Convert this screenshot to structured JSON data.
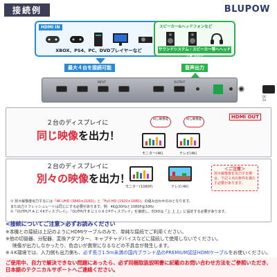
{
  "header": {
    "badge": "接続例",
    "brand": "BLUPOW"
  },
  "hdmi_in": {
    "tag": "HDMI IN",
    "caption": "XBOX、PS4、PC、DVDプレイヤーなど",
    "icons": [
      "gamepad-icon",
      "gamepad-icon",
      "pc-icon",
      "monitor-icon",
      "dvd-icon"
    ]
  },
  "audio_out": {
    "tag": "スピーカー&ヘッドフォンなど",
    "caption": "サウンドシステム・スピーカー等へヘッドフォンなど",
    "icons": [
      "speaker-icon",
      "speaker-icon",
      "headphone-icon"
    ]
  },
  "labels": {
    "inputs": "最大４台を接続可能",
    "audio": "音声出力"
  },
  "device": {
    "input_text": "INPUT",
    "output_text": "OUTPUT",
    "dc_text": "DC 5V"
  },
  "section1": {
    "hdmi_out": "HDMI OUT",
    "heading_small": "２台のディスプレイに",
    "heading_pre": "同じ映像",
    "heading_post": "を出力！",
    "bubble1": "同じ解像度",
    "bubble2": "同じ解像度",
    "monitor1": "モニター(4K)",
    "monitor2": "テレビ(4K)"
  },
  "section2": {
    "heading_small": "２台のディスプレイに",
    "heading_pre": "別々の映像",
    "heading_post": "を出力！",
    "note_title": "＜ご注意＞",
    "note_body": "別々解像度を出力する場合、下記２点の条件を満たす必要があります。",
    "monitor1": "モニター(1080P)",
    "monitor2": "テレビ(4K)",
    "footnote1_pre": "① 別々解像度出力するには",
    "footnote1_red": "「4K UHD (3840×2160)」と「Full HD (1920×1080)」",
    "footnote1_post": "の組み合わせのみとなります。",
    "footnote1b": "また出力リフレッシュレートは同じにする必要があります。例：4K@30Hzと1080P@30Hz",
    "footnote2": "②「OUTPUT A に４Kディスプレイ」、「OUTPUT B に１０８０Pディスプレイ」を接続し、EDIDは「上 上 上」に設定する必要があります。"
  },
  "connection": {
    "title": "<接続についてご注意＞必ずお読みください",
    "line1": "※本機との接続は上記のようにHDMIケーブルのみで、単純な接続でご利用ください。",
    "line2": "※他の切替器、分配器、変換アダプター、キャプチャデバイスなどに接続して使用しないでください。",
    "line3": "映像が出力しなかったり、色合いが異常になるなどの不具合が発生します。",
    "line4_pre": "※４K環境では、入力側も出力側も、",
    "line4_blue": "必ず長さ1.5m未満の国内ブランド品のPREMIUM認証HDMIケーブル",
    "line4_post": "をお使いください。"
  },
  "bottom": {
    "text": "ご使用中、自力で解決できない問題にあったら、必ず同梱取扱説明書に記載のお問い合わせ方法をご参照いただき、日本語のテクニカルサポートへご連絡ください。"
  }
}
